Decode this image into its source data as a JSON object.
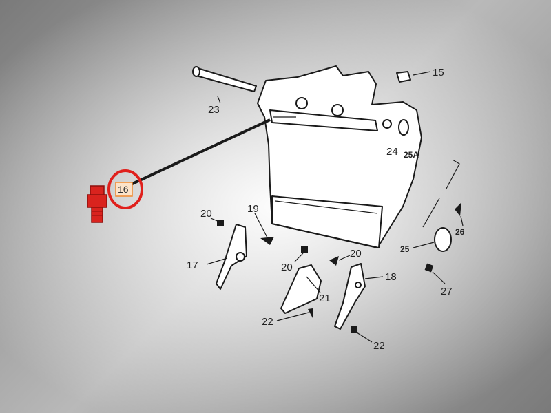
{
  "diagram": {
    "highlighted_part": "16",
    "colors": {
      "highlight_red": "#e0201c",
      "part_red": "#d9231e",
      "label_box": "#f28a2e"
    },
    "callouts": [
      {
        "id": "23",
        "label": "23"
      },
      {
        "id": "15",
        "label": "15"
      },
      {
        "id": "24",
        "label": "24"
      },
      {
        "id": "25A",
        "label": "25A"
      },
      {
        "id": "16",
        "label": "16"
      },
      {
        "id": "20a",
        "label": "20"
      },
      {
        "id": "19",
        "label": "19"
      },
      {
        "id": "17",
        "label": "17"
      },
      {
        "id": "20b",
        "label": "20"
      },
      {
        "id": "20c",
        "label": "20"
      },
      {
        "id": "21",
        "label": "21"
      },
      {
        "id": "22a",
        "label": "22"
      },
      {
        "id": "18",
        "label": "18"
      },
      {
        "id": "22b",
        "label": "22"
      },
      {
        "id": "26",
        "label": "26"
      },
      {
        "id": "25",
        "label": "25"
      },
      {
        "id": "27",
        "label": "27"
      }
    ]
  }
}
